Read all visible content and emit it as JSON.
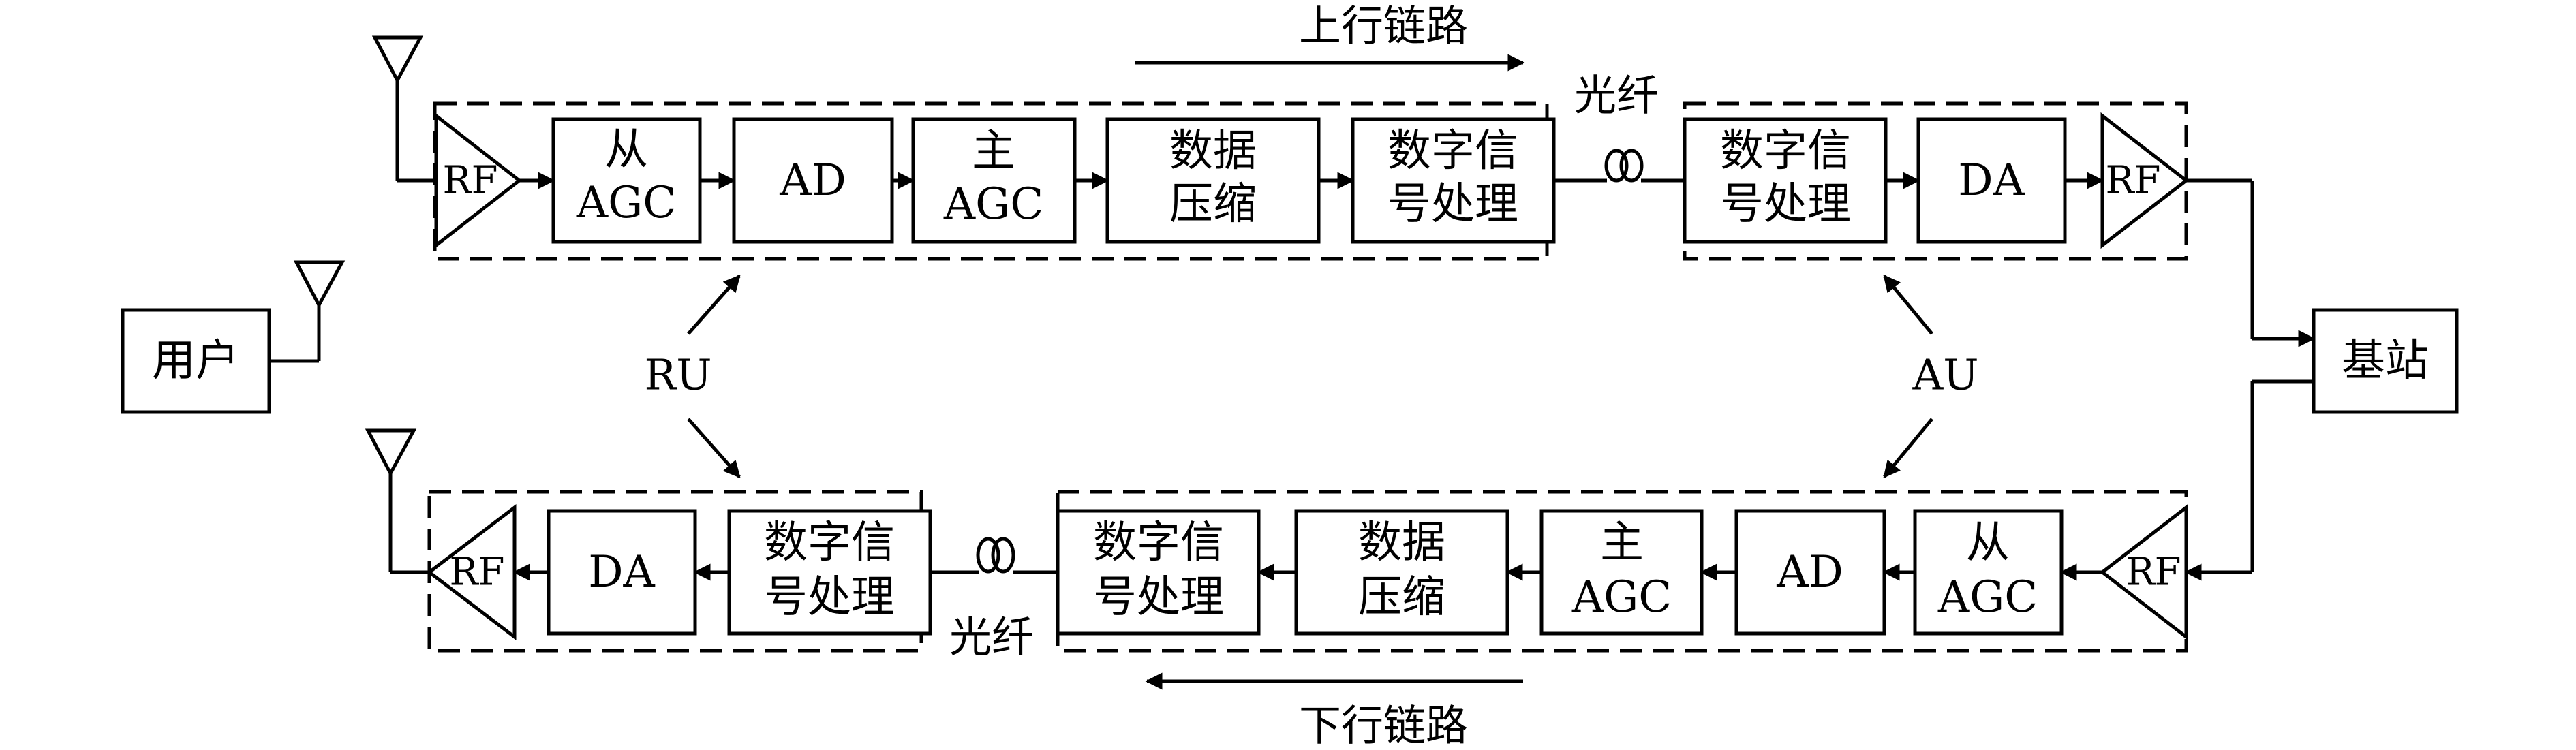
{
  "link_labels": {
    "uplink": "上行链路",
    "downlink": "下行链路"
  },
  "fiber_label": "光纤",
  "unit_labels": {
    "ru": "RU",
    "au": "AU"
  },
  "nodes": {
    "user": "用户",
    "base_station": "基站"
  },
  "amplifier_label": "RF",
  "blocks": {
    "slave_agc": [
      "从",
      "AGC"
    ],
    "ad": "AD",
    "master_agc": [
      "主",
      "AGC"
    ],
    "compression": [
      "数据",
      "压缩"
    ],
    "dsp": [
      "数字信",
      "号处理"
    ],
    "da": "DA"
  }
}
